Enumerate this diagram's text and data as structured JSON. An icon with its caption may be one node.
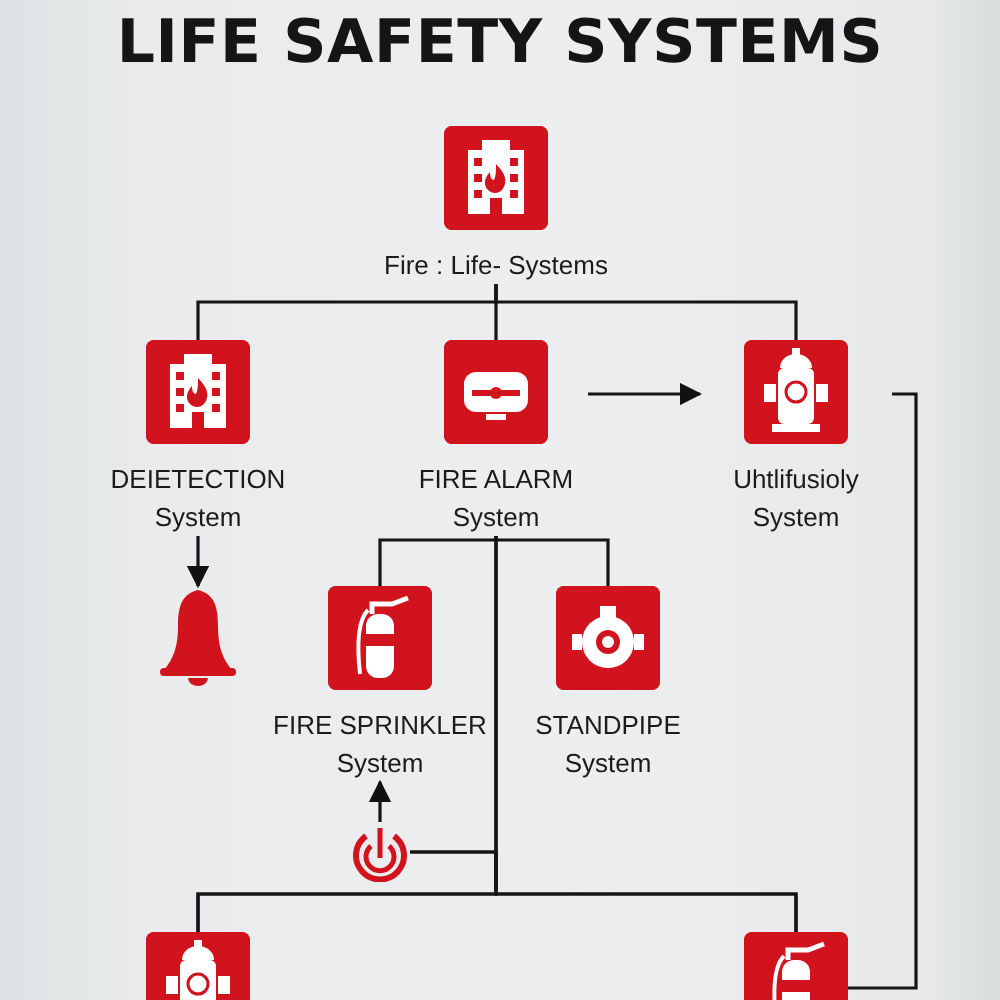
{
  "diagram": {
    "title": "LIFE SAFETY SYSTEMS",
    "nodes": [
      {
        "text": [
          "Fire : Life- Systems"
        ]
      },
      {
        "text": [
          "DEIETECTION System"
        ]
      },
      {
        "text": [
          "FIRE ALARM System"
        ]
      },
      {
        "text": [
          "Uhtlifusioly System"
        ]
      },
      {
        "text": [],
        "shape": "bell"
      },
      {
        "text": [
          "FIRE SPRINKLER System"
        ]
      },
      {
        "text": [
          "STANDPIPE System"
        ]
      },
      {
        "text": [],
        "shape": "circle"
      },
      {
        "text": [],
        "shape": "box"
      },
      {
        "text": [],
        "shape": "box"
      }
    ],
    "edges": [
      {
        "from": 0,
        "to": 1,
        "arrow": "none"
      },
      {
        "from": 0,
        "to": 2,
        "arrow": "none"
      },
      {
        "from": 0,
        "to": 3,
        "arrow": "none"
      },
      {
        "from": 2,
        "to": 3,
        "arrow": "to"
      },
      {
        "from": 1,
        "to": 4,
        "arrow": "to"
      },
      {
        "from": 2,
        "to": 5,
        "arrow": "none"
      },
      {
        "from": 2,
        "to": 6,
        "arrow": "none"
      },
      {
        "from": 7,
        "to": 5,
        "arrow": "to"
      },
      {
        "from": 2,
        "to": 8,
        "arrow": "none"
      },
      {
        "from": 2,
        "to": 9,
        "arrow": "none"
      },
      {
        "from": 7,
        "to": 8,
        "arrow": "none"
      },
      {
        "from": 7,
        "to": 9,
        "arrow": "none"
      },
      {
        "from": 3,
        "to": 9,
        "arrow": "none"
      }
    ]
  }
}
